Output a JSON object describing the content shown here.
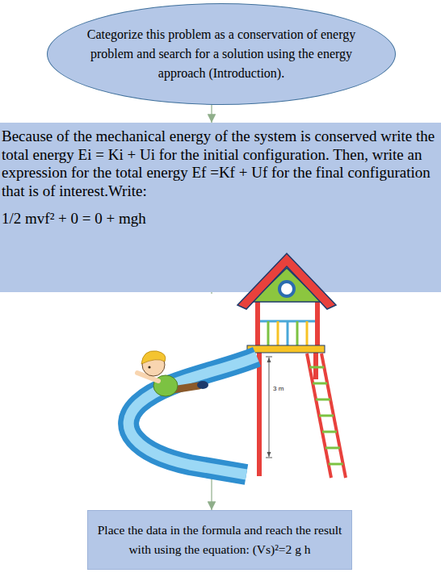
{
  "diagram": {
    "nodes": [
      {
        "text": [
          "Categorize this problem as a conservation of energy problem and search for a solution using the energy approach (Introduction)."
        ]
      },
      {
        "text": [
          "Because of the mechanical energy of the system is conserved write the total energy Ei = Ki + Ui for the initial configuration. Then, write an expression for the total energy Ef =Kf + Uf for the final configuration that is of interest.Write:",
          "1/2 mvf² + 0 = 0 + mgh"
        ]
      },
      {
        "text": [
          "Place the data in the formula and reach the result with using the equation: (Vs)²=2 g h"
        ]
      }
    ],
    "edges": [
      {
        "from": 0,
        "to": 1,
        "arrow": "to"
      },
      {
        "from": 1,
        "to": 2,
        "arrow": "to"
      }
    ],
    "labels": [
      "3 m"
    ]
  }
}
